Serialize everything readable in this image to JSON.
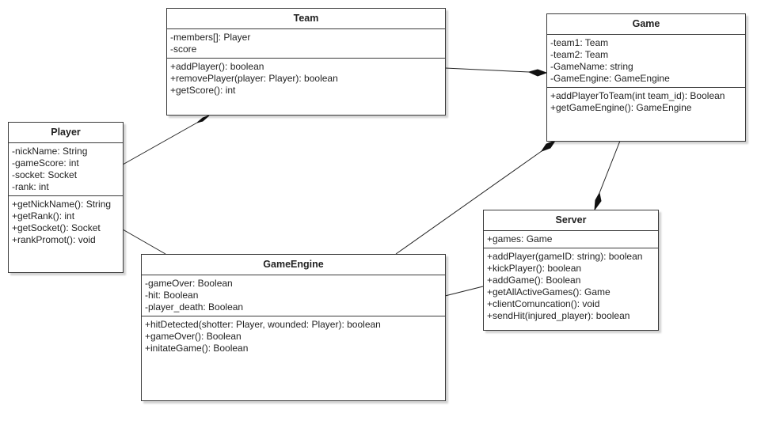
{
  "classes": {
    "team": {
      "name": "Team",
      "attributes": [
        "-members[]: Player",
        "-score"
      ],
      "operations": [
        "+addPlayer(): boolean",
        "+removePlayer(player: Player): boolean",
        "+getScore(): int"
      ]
    },
    "game": {
      "name": "Game",
      "attributes": [
        "-team1: Team",
        "-team2: Team",
        "-GameName: string",
        "-GameEngine: GameEngine"
      ],
      "operations": [
        "+addPlayerToTeam(int team_id): Boolean",
        "+getGameEngine(): GameEngine"
      ]
    },
    "player": {
      "name": "Player",
      "attributes": [
        "-nickName: String",
        "-gameScore: int",
        "-socket: Socket",
        "-rank: int"
      ],
      "operations": [
        "+getNickName(): String",
        "+getRank(): int",
        "+getSocket(): Socket",
        "+rankPromot(): void"
      ]
    },
    "server": {
      "name": "Server",
      "attributes": [
        "+games: Game"
      ],
      "operations": [
        "+addPlayer(gameID: string): boolean",
        "+kickPlayer(): boolean",
        "+addGame(): Boolean",
        "+getAllActiveGames(): Game",
        "+clientComuncation(): void",
        "+sendHit(injured_player): boolean"
      ]
    },
    "gameengine": {
      "name": "GameEngine",
      "attributes": [
        "-gameOver: Boolean",
        "-hit: Boolean",
        "-player_death: Boolean"
      ],
      "operations": [
        "+hitDetected(shotter: Player, wounded: Player): boolean",
        "+gameOver(): Boolean",
        "+initateGame(): Boolean"
      ]
    }
  },
  "relationships": [
    {
      "from": "player",
      "to": "team",
      "type": "composition"
    },
    {
      "from": "team",
      "to": "game",
      "type": "composition"
    },
    {
      "from": "gameengine",
      "to": "game",
      "type": "composition"
    },
    {
      "from": "game",
      "to": "server",
      "type": "composition"
    },
    {
      "from": "player",
      "to": "gameengine",
      "type": "association"
    },
    {
      "from": "gameengine",
      "to": "server",
      "type": "association"
    }
  ]
}
